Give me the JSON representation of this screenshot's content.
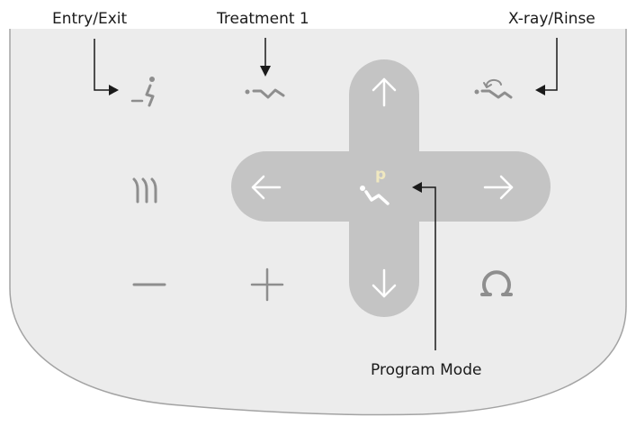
{
  "labels": {
    "entry_exit": "Entry/Exit",
    "treatment_1": "Treatment 1",
    "xray_rinse": "X-ray/Rinse",
    "program_mode": "Program Mode"
  },
  "colors": {
    "panel": "#ececec",
    "panel_border": "#a3a3a3",
    "dpad": "#c4c4c4",
    "icon": "#8e8e8e",
    "arrow_glyph": "#ffffff",
    "program_icon": "#ffffff",
    "program_p": "#f0e8c0",
    "callout": "#1a1a1a"
  },
  "icons": {
    "entry_exit": "patient-entry-exit-icon",
    "treatment_1": "treatment-position-icon",
    "xray_rinse": "xray-rinse-position-icon",
    "lamp": "operating-lamp-icon",
    "minus": "minus-icon",
    "plus": "plus-icon",
    "program": "program-mode-icon",
    "return": "return-to-zero-icon",
    "up": "arrow-up-icon",
    "down": "arrow-down-icon",
    "left": "arrow-left-icon",
    "right": "arrow-right-icon"
  },
  "program_letter": "p"
}
